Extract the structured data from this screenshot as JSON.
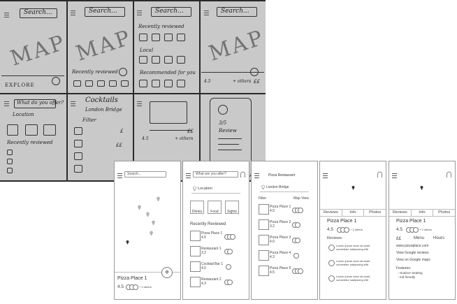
{
  "sketch": {
    "search": "Search...",
    "map_word": "MAP",
    "explore": "EXPLORE",
    "recently_reviewed": "Recently reviewed",
    "local": "Local",
    "recommended": "Recommended for you",
    "what_do_you_offer": "What do you offer?",
    "location": "Location",
    "cocktails": "Cocktails",
    "london_bridge": "London Bridge",
    "filter": "Filter",
    "score": "3/5",
    "review": "Review",
    "others": "+ others",
    "rating": "4.5",
    "price": "£",
    "price2": "££"
  },
  "screens": {
    "s1": {
      "search_placeholder": "Search...",
      "place_name": "Pizza Place 1",
      "rating": "4.5",
      "others": "+ 2 others",
      "add_label": "+"
    },
    "s2": {
      "search_placeholder": "What are you after?",
      "location": "Location",
      "categories": [
        "Drinks",
        "Food",
        "Sights"
      ],
      "recently_reviewed": "Recently Reviewed",
      "items": [
        {
          "name": "Pizza Place 1",
          "rating": "4.5"
        },
        {
          "name": "Restaurant 1",
          "rating": "3.2"
        },
        {
          "name": "Cocktail Bar 1",
          "rating": "4.0"
        },
        {
          "name": "Restaurant 2",
          "rating": "4.3"
        }
      ]
    },
    "s3": {
      "title": "Pizza Restaurant",
      "location": "London Bridge",
      "filter": "Filter",
      "map_view": "Map View",
      "items": [
        {
          "name": "Pizza Place 1",
          "rating": "4.5"
        },
        {
          "name": "Pizza Place 2",
          "rating": "3.2"
        },
        {
          "name": "Pizza Place 3",
          "rating": "4.0"
        },
        {
          "name": "Pizza Place 4",
          "rating": "4.3"
        },
        {
          "name": "Pizza Place 5",
          "rating": "4.5"
        }
      ]
    },
    "s4": {
      "tabs": [
        "Reviews",
        "Info",
        "Photos"
      ],
      "place_name": "Pizza Place 1",
      "rating": "4.5",
      "others": "+ 2 others",
      "reviews_label": "Reviews:",
      "reviews": [
        "Lorem ipsum dolor sit amet, consetetur sadipscing elitr",
        "Lorem ipsum dolor sit amet, consetetur sadipscing elitr",
        "Lorem ipsum dolor sit amet, consetetur sadipscing elitr"
      ]
    },
    "s5": {
      "tabs": [
        "Reviews",
        "Info",
        "Photos"
      ],
      "place_name": "Pizza Place 1",
      "rating": "4.5",
      "others": "+ 2 others",
      "price": "££",
      "menu": "Menu",
      "hours": "Hours",
      "website": "www.pizzaplace.com",
      "google_reviews": "View Google reviews",
      "google_maps": "View on Google maps",
      "features_label": "Features:",
      "features": [
        "- Outdoor Seating",
        "- Kid friendly"
      ]
    }
  },
  "colors": {
    "paper": "#c9c9c9",
    "ink": "#222222",
    "wire": "#999999"
  }
}
